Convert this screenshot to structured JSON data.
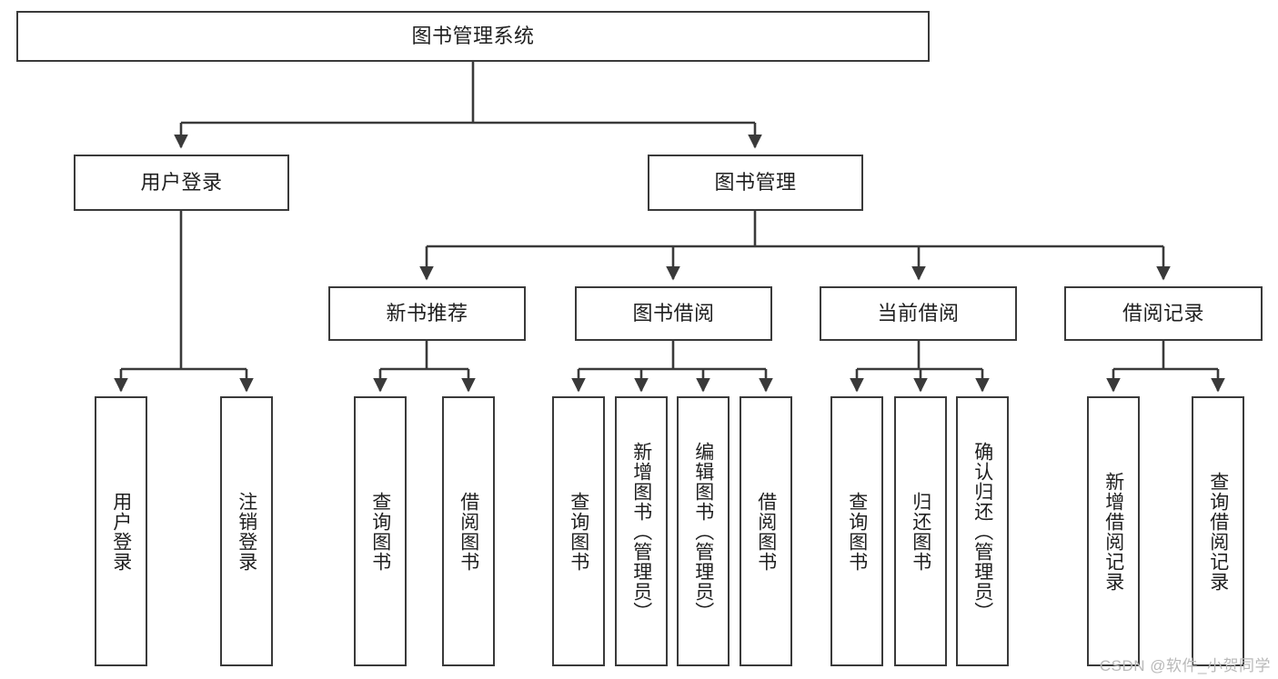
{
  "diagram": {
    "type": "tree",
    "title": "图书管理系统",
    "orientation": "top-down",
    "watermark": "CSDN @软件_小贺同学",
    "colors": {
      "box_border": "#3a3a3a",
      "box_fill": "#ffffff",
      "connector": "#3a3a3a",
      "text": "#1f1f1f",
      "watermark": "#b9b9b9"
    },
    "nodes": {
      "root": {
        "label": "图书管理系统"
      },
      "level1": [
        {
          "label": "用户登录"
        },
        {
          "label": "图书管理"
        }
      ],
      "level2": [
        {
          "label": "新书推荐"
        },
        {
          "label": "图书借阅"
        },
        {
          "label": "当前借阅"
        },
        {
          "label": "借阅记录"
        }
      ],
      "leaves_user_login": [
        {
          "label": "用户登录"
        },
        {
          "label": "注销登录"
        }
      ],
      "leaves_new_book": [
        {
          "label": "查询图书"
        },
        {
          "label": "借阅图书"
        }
      ],
      "leaves_borrow": [
        {
          "label": "查询图书"
        },
        {
          "label": "新增图书（管理员）"
        },
        {
          "label": "编辑图书（管理员）"
        },
        {
          "label": "借阅图书"
        }
      ],
      "leaves_current": [
        {
          "label": "查询图书"
        },
        {
          "label": "归还图书"
        },
        {
          "label": "确认归还（管理员）"
        }
      ],
      "leaves_records": [
        {
          "label": "新增借阅记录"
        },
        {
          "label": "查询借阅记录"
        }
      ]
    }
  }
}
